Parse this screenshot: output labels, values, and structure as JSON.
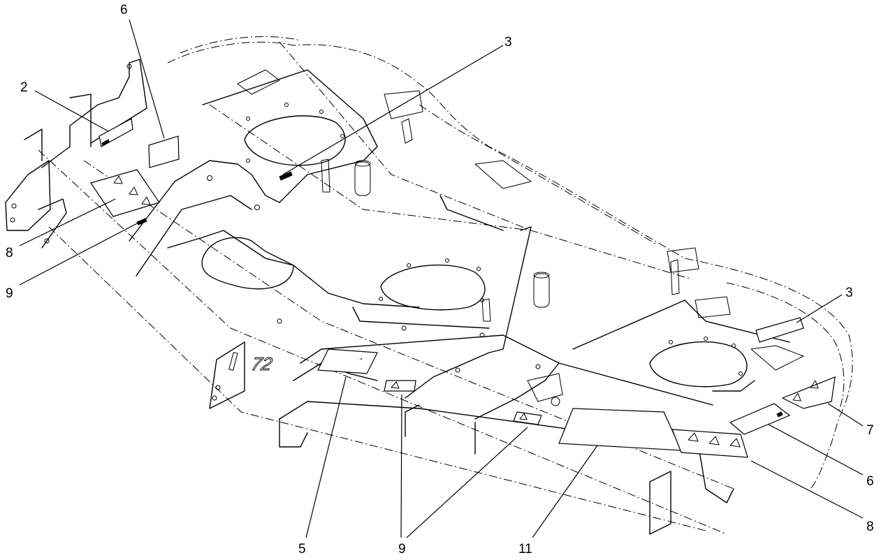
{
  "callouts": [
    {
      "id": "c-6-top",
      "label": "6"
    },
    {
      "id": "c-2",
      "label": "2"
    },
    {
      "id": "c-3-top",
      "label": "3"
    },
    {
      "id": "c-8-left",
      "label": "8"
    },
    {
      "id": "c-9-left",
      "label": "9"
    },
    {
      "id": "c-3-right",
      "label": "3"
    },
    {
      "id": "c-7",
      "label": "7"
    },
    {
      "id": "c-6-right",
      "label": "6"
    },
    {
      "id": "c-8-right",
      "label": "8"
    },
    {
      "id": "c-5",
      "label": "5"
    },
    {
      "id": "c-9-bottom",
      "label": "9"
    },
    {
      "id": "c-11",
      "label": "11"
    }
  ],
  "deck_badge": {
    "text": "72",
    "suffix": "\""
  }
}
